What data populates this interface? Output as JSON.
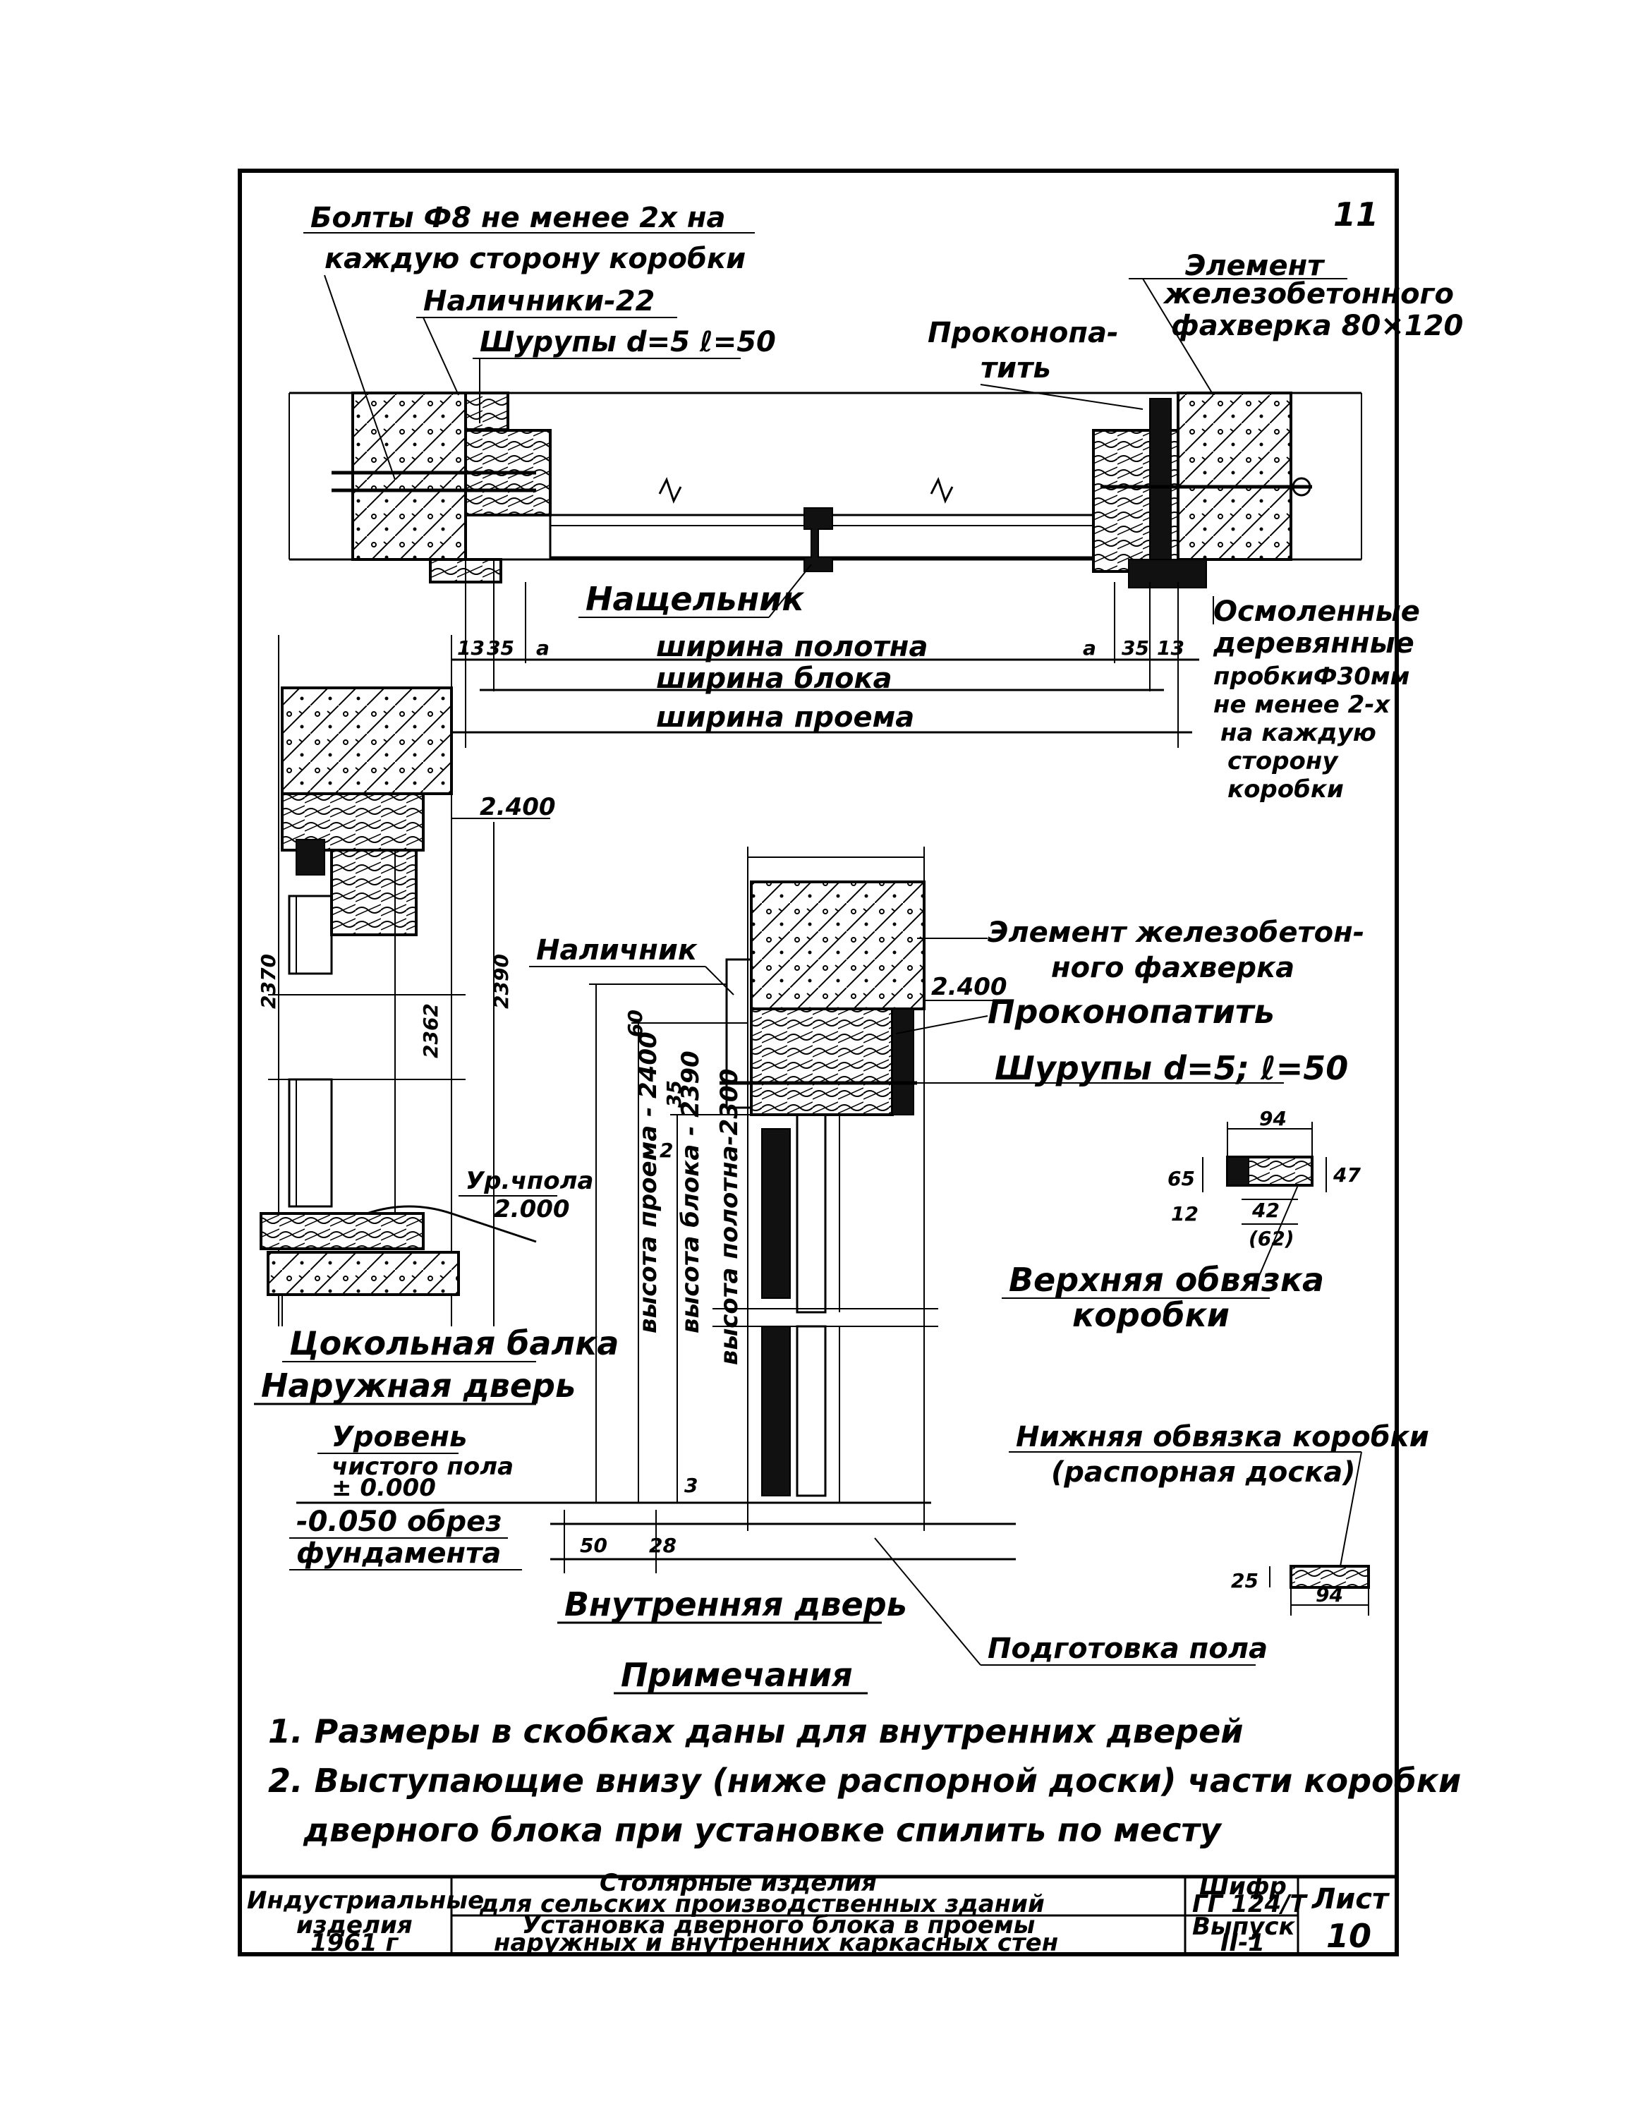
{
  "sheet_number_top": "11",
  "plan_labels": {
    "bolts": "Болты Ф8 не менее 2х на",
    "bolts_2": "каждую сторону коробки",
    "casings": "Наличники-22",
    "screws": "Шурупы d=5 ℓ=50",
    "caulk": "Проконопа-",
    "caulk_2": "тить",
    "element": "Элемент",
    "element_2": "железобетонного",
    "element_3": "фахверка 80×120",
    "strike": "Нащельник",
    "plugs": "Осмоленные",
    "plugs_2": "деревянные",
    "plugs_3": "пробкиФ30мм",
    "plugs_4": "не менее 2-х",
    "plugs_5": "на каждую",
    "plugs_6": "сторону",
    "plugs_7": "коробки",
    "width_leaf": "ширина полотна",
    "width_block": "ширина блока",
    "width_opening": "ширина проема",
    "dim_13_left": "13",
    "dim_35_left": "35",
    "dim_a_left": "a",
    "dim_a_right": "a",
    "dim_35_right": "35",
    "dim_13_right": "13"
  },
  "section_left": {
    "elev_2400": "2.400",
    "dim_2362": "2362",
    "dim_2390": "2390",
    "dim_2370": "2370",
    "floor_level": "Ур.чпола",
    "floor_value": "2.000",
    "plinth": "Цокольная балка",
    "title": "Наружная дверь"
  },
  "section_right": {
    "casing": "Наличник",
    "elev_2400": "2.400",
    "element": "Элемент железобетон-",
    "element_2": "ного фахверка",
    "caulk": "Проконопатить",
    "screws": "Шурупы d=5; ℓ=50",
    "h_opening": "высота проема - 2400",
    "h_block": "высота блока - 2390",
    "h_leaf": "высота полотна-2300",
    "dim_60": "60",
    "dim_35": "35",
    "dim_2": "2",
    "level": "Уровень",
    "level_2": "чистого пола",
    "level_3": "± 0.000",
    "foundation": "-0.050 обрез",
    "foundation_2": "фундамента",
    "dim_50": "50",
    "dim_28": "28",
    "dim_3": "3",
    "title": "Внутренняя дверь",
    "floor_prep": "Подготовка пола"
  },
  "details": {
    "top_rail_w": "94",
    "top_rail_h1": "65",
    "top_rail_h2": "47",
    "top_rail_side": "12",
    "top_rail_sub": "42",
    "top_rail_sub2": "(62)",
    "top_rail_label": "Верхняя обвязка",
    "top_rail_label_2": "коробки",
    "bottom_rail_label": "Нижняя обвязка коробки",
    "bottom_rail_label_2": "(распорная доска)",
    "bottom_rail_w": "94",
    "bottom_rail_h": "25"
  },
  "notes": {
    "heading": "Примечания",
    "n1": "1. Размеры в скобках даны для внутренних дверей",
    "n2": "2. Выступающие внизу (ниже распорной доски) части коробки",
    "n2b": "дверного блока при установке спилить по месту"
  },
  "title_block": {
    "series_1": "Индустриальные",
    "series_2": "изделия",
    "series_3": "1961 г",
    "title_1": "Столярные изделия",
    "title_2": "для сельских производственных зданий",
    "subtitle_1": "Установка дверного блока в проемы",
    "subtitle_2": "наружных и внутренних каркасных стен",
    "code_label": "Шифр",
    "code": "ГГ 124/Т",
    "issue_label": "Выпуск",
    "issue": "II-1",
    "sheet_label": "Лист",
    "sheet": "10"
  }
}
